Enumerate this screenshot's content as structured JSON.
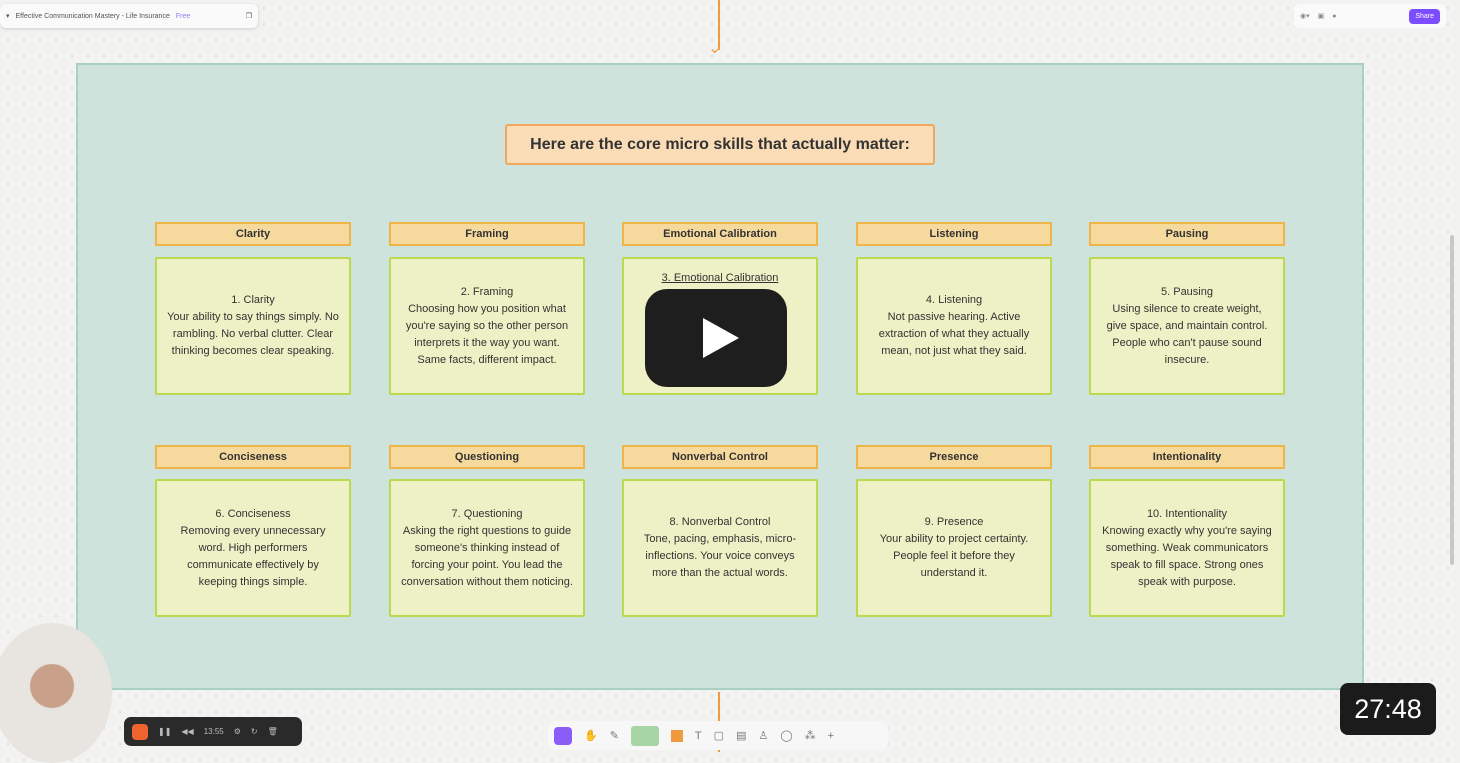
{
  "window": {
    "title": "Effective Communication Mastery - Life Insurance",
    "badge": "Free",
    "share_label": "Share"
  },
  "board": {
    "title": "Here are the core micro skills that actually matter:",
    "skills": [
      {
        "header": "Clarity",
        "body": "1. Clarity\nYour ability to say things simply. No rambling. No verbal clutter. Clear thinking becomes clear speaking."
      },
      {
        "header": "Framing",
        "body": "2. Framing\nChoosing how you position what you're saying so the other person interprets it the way you want. Same facts, different impact."
      },
      {
        "header": "Emotional Calibration",
        "body": "3. Emotional Calibration"
      },
      {
        "header": "Listening",
        "body": "4. Listening\nNot passive hearing. Active extraction of what they actually mean, not just what they said."
      },
      {
        "header": "Pausing",
        "body": "5. Pausing\nUsing silence to create weight, give space, and maintain control. People who can't pause sound insecure."
      },
      {
        "header": "Conciseness",
        "body": "6. Conciseness\nRemoving every unnecessary word. High performers communicate effectively by keeping things simple."
      },
      {
        "header": "Questioning",
        "body": "7. Questioning\nAsking the right questions to guide someone's thinking instead of forcing your point. You lead the conversation without them noticing."
      },
      {
        "header": "Nonverbal Control",
        "body": "8. Nonverbal Control\nTone, pacing, emphasis, micro-inflections. Your voice conveys more than the actual words."
      },
      {
        "header": "Presence",
        "body": "9. Presence\nYour ability to project certainty. People feel it before they understand it."
      },
      {
        "header": "Intentionality",
        "body": "10. Intentionality\nKnowing exactly why you're saying something. Weak communicators speak to fill space. Strong ones speak with purpose."
      }
    ]
  },
  "video": {
    "timestamp": "27:48",
    "icon": "play-icon"
  },
  "recorder": {
    "elapsed": "13:55"
  },
  "colors": {
    "frame": "#cde3dc",
    "header": "#f6d99c",
    "card": "#eef1c5",
    "accent": "#7c4dff",
    "record": "#f0622e"
  }
}
